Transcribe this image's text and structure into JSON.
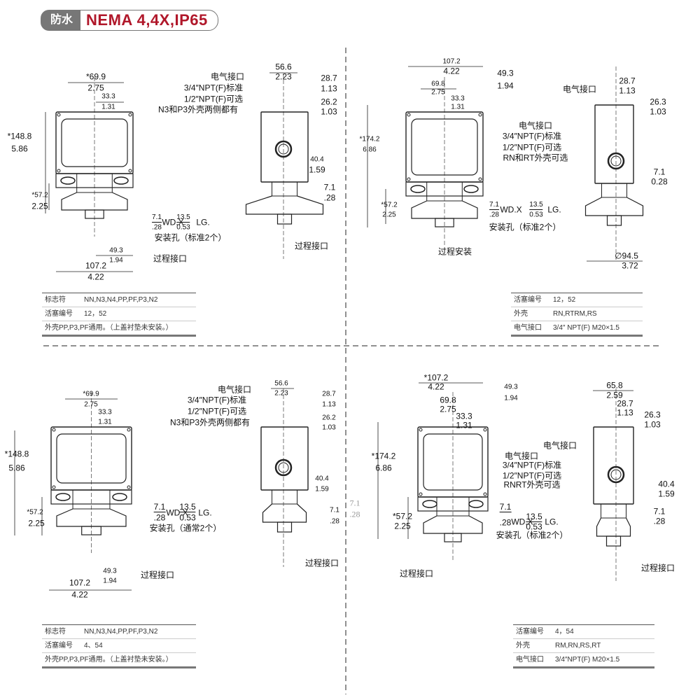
{
  "header": {
    "tag": "防水",
    "title": "NEMA 4,4X,IP65"
  },
  "quadrants": [
    {
      "labels": [
        "*69.9",
        "2.75",
        "33.3",
        "1.31",
        "*148.8",
        "5.86",
        "*57.2",
        "2.25",
        "49.3",
        "1.94",
        "107.2",
        "4.22",
        "7.1",
        ".28",
        "WD.X",
        "13.5",
        "0.53",
        "LG.",
        "安装孔（标准2个）",
        "过程接口",
        "电气接口",
        "3/4″NPT(F)标准",
        "1/2″NPT(F)可选",
        "N3和P3外壳两侧都有",
        "56.6",
        "2.23",
        "28.7",
        "1.13",
        "26.2",
        "1.03",
        "40.4",
        "1.59",
        "7.1",
        ".28",
        "过程接口"
      ],
      "table": [
        [
          "标志符",
          "NN,N3,N4,PP,PF,P3,N2"
        ],
        [
          "活塞编号",
          "12，52"
        ],
        [
          "外壳PP,P3,PF通用。（上盖衬垫未安装。）",
          ""
        ]
      ]
    },
    {
      "labels": [
        "107.2",
        "4.22",
        "49.3",
        "1.94",
        "69.8",
        "2.75",
        "33.3",
        "1.31",
        "*174.2",
        "6.86",
        "*57.2",
        "2.25",
        "7.1",
        ".28",
        "WD.X",
        "13.5",
        "0.53",
        "LG.",
        "安装孔（标准2个）",
        "过程安装",
        "电气接口",
        "3/4″NPT(F)标准",
        "1/2″NPT(F)可选",
        "RN和RT外壳可选",
        "电气接口",
        "28.7",
        "1.13",
        "26.3",
        "1.03",
        "7.1",
        "0.28",
        "∅94.5",
        "3.72"
      ],
      "table": [
        [
          "活塞编号",
          "12，52"
        ],
        [
          "外壳",
          "RN,RTRM,RS"
        ],
        [
          "电气接口",
          "3/4″ NPT(F)  M20×1.5"
        ]
      ]
    },
    {
      "labels": [
        "*69.9",
        "2.75",
        "33.3",
        "1.31",
        "*148.8",
        "5.86",
        "*57.2",
        "2.25",
        "7.1",
        ".28",
        "WD.X",
        "13.5",
        "0.53",
        "LG.",
        "安装孔（通常2个）",
        "49.3",
        "1.94",
        "过程接口",
        "107.2",
        "4.22",
        "电气接口",
        "3/4″NPT(F)标准",
        "1/2″NPT(F)可选",
        "N3和P3外壳两侧都有",
        "56.6",
        "2.23",
        "28.7",
        "1.13",
        "26.2",
        "1.03",
        "40.4",
        "1.59",
        "7.1",
        ".28",
        "7.1",
        ".28",
        "过程接口"
      ],
      "table": [
        [
          "标志符",
          "NN,N3,N4,PP,PF,P3,N2"
        ],
        [
          "活塞编号",
          "4、54"
        ],
        [
          "外壳PP,P3,PF通用。（上盖衬垫未安装。）",
          ""
        ]
      ]
    },
    {
      "labels": [
        "*107.2",
        "4.22",
        "49.3",
        "1.94",
        "69.8",
        "2.75",
        "33.3",
        "1.31",
        "*174.2",
        "6.86",
        "*57.2",
        "2.25",
        "7.1",
        ".28",
        "WD.X",
        "13.5",
        "0.53",
        "LG.",
        "安装孔（标准2个）",
        "过程接口",
        "电气接口",
        "3/4″NPT(F)标准",
        "1/2″NPT(F)可选",
        "RNRT外壳可选",
        "65.8",
        "2.59",
        "28.7",
        "1.13",
        "26.3",
        "1.03",
        "电气接口",
        "40.4",
        "1.59",
        "7.1",
        ".28",
        "过程接口"
      ],
      "table": [
        [
          "活塞编号",
          "4，54"
        ],
        [
          "外壳",
          "RM,RN,RS,RT"
        ],
        [
          "电气接口",
          "3/4″NPT(F)  M20×1.5"
        ]
      ]
    }
  ]
}
